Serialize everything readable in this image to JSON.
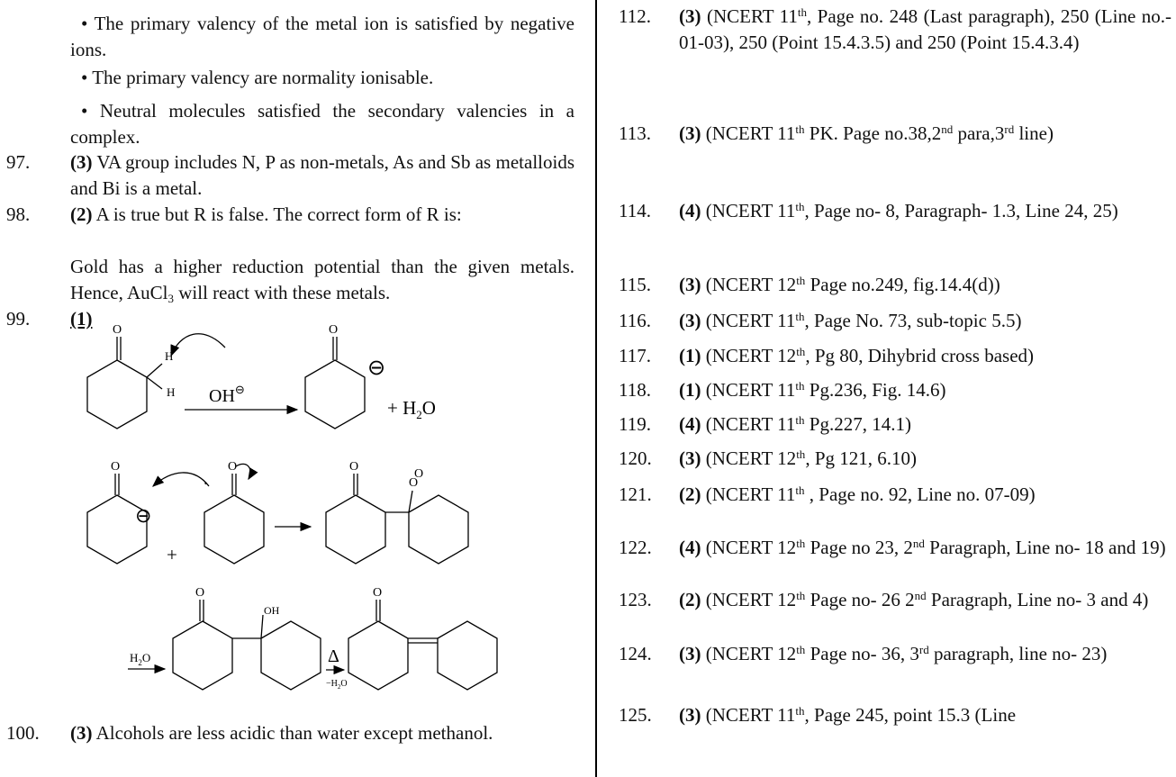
{
  "left": {
    "bullets": [
      "• The primary valency of the metal ion is satisfied by negative ions.",
      "• The primary valency are normality ionisable.",
      "• Neutral molecules satisfied the secondary valencies in a complex."
    ],
    "q97": {
      "num": "97.",
      "ans": "(3)",
      "text": " VA group includes N, P as non-metals, As and Sb as metalloids and Bi is a metal."
    },
    "q98": {
      "num": "98.",
      "ans": "(2)",
      "text": " A is true but R is false. The correct form of R is:",
      "line2": "Gold has a higher reduction potential than the given metals. Hence, AuCl",
      "sub": "3",
      "line2b": " will react with these metals."
    },
    "q99": {
      "num": "99.",
      "ans": "(1)"
    },
    "scheme": {
      "O": "O",
      "H": "H",
      "OH": "OH",
      "oh_minus": "OH",
      "theta": "⊖",
      "plus": "+",
      "water": "+ H",
      "water_sub": "2",
      "water_o": "O",
      "h2o": "H",
      "h2o_sub": "2",
      "h2o_o": "O",
      "delta": "Δ",
      "minus_h2o": "−H",
      "minus_h2o_sub": "2",
      "minus_h2o_o": "O",
      "dot": "."
    },
    "q100": {
      "num": "100.",
      "ans": "(3)",
      "text": " Alcohols are less acidic than water except methanol."
    }
  },
  "right": {
    "items": [
      {
        "num": "112.",
        "ans": "(3)",
        "html": " (NCERT 11<sup>th</sup>, Page no. 248 (Last paragraph), 250 (Line no.- 01-03), 250 (Point 15.4.3.5) and 250 (Point 15.4.3.4)"
      },
      {
        "num": "113.",
        "ans": "(3)",
        "html": " (NCERT 11<sup>th</sup> PK. Page no.38,2<sup>nd</sup> para,3<sup>rd</sup> line)"
      },
      {
        "num": "114.",
        "ans": "(4)",
        "html": " (NCERT 11<sup>th</sup>, Page no- 8, Paragraph- 1.3, Line 24, 25)"
      },
      {
        "num": "115.",
        "ans": "(3)",
        "html": " (NCERT 12<sup>th</sup> Page no.249, fig.14.4(d))"
      },
      {
        "num": "116.",
        "ans": "(3)",
        "html": " (NCERT 11<sup>th</sup>, Page No. 73, sub-topic 5.5)"
      },
      {
        "num": "117.",
        "ans": "(1)",
        "html": " (NCERT 12<sup>th</sup>, Pg 80, Dihybrid cross based)"
      },
      {
        "num": "118.",
        "ans": "(1)",
        "html": " (NCERT 11<sup>th</sup> Pg.236, Fig. 14.6)"
      },
      {
        "num": "119.",
        "ans": "(4)",
        "html": " (NCERT 11<sup>th</sup> Pg.227, 14.1)"
      },
      {
        "num": "120.",
        "ans": "(3)",
        "html": " (NCERT 12<sup>th</sup>, Pg 121, 6.10)"
      },
      {
        "num": "121.",
        "ans": "(2)",
        "html": " (NCERT 11<sup>th</sup> , Page no. 92, Line no. 07-09)"
      },
      {
        "num": "122.",
        "ans": "(4)",
        "html": " (NCERT 12<sup>th</sup> Page no 23, 2<sup>nd</sup> Paragraph, Line no- 18 and 19)"
      },
      {
        "num": "123.",
        "ans": "(2)",
        "html": " (NCERT 12<sup>th</sup> Page no- 26 2<sup>nd</sup> Paragraph, Line no- 3 and 4)"
      },
      {
        "num": "124.",
        "ans": "(3)",
        "html": " (NCERT 12<sup>th</sup> Page no- 36, 3<sup>rd</sup> paragraph, line no- 23)"
      },
      {
        "num": "125.",
        "ans": "(3)",
        "html": " (NCERT 11<sup>th</sup>, Page 245, point 15.3 (Line"
      }
    ]
  }
}
